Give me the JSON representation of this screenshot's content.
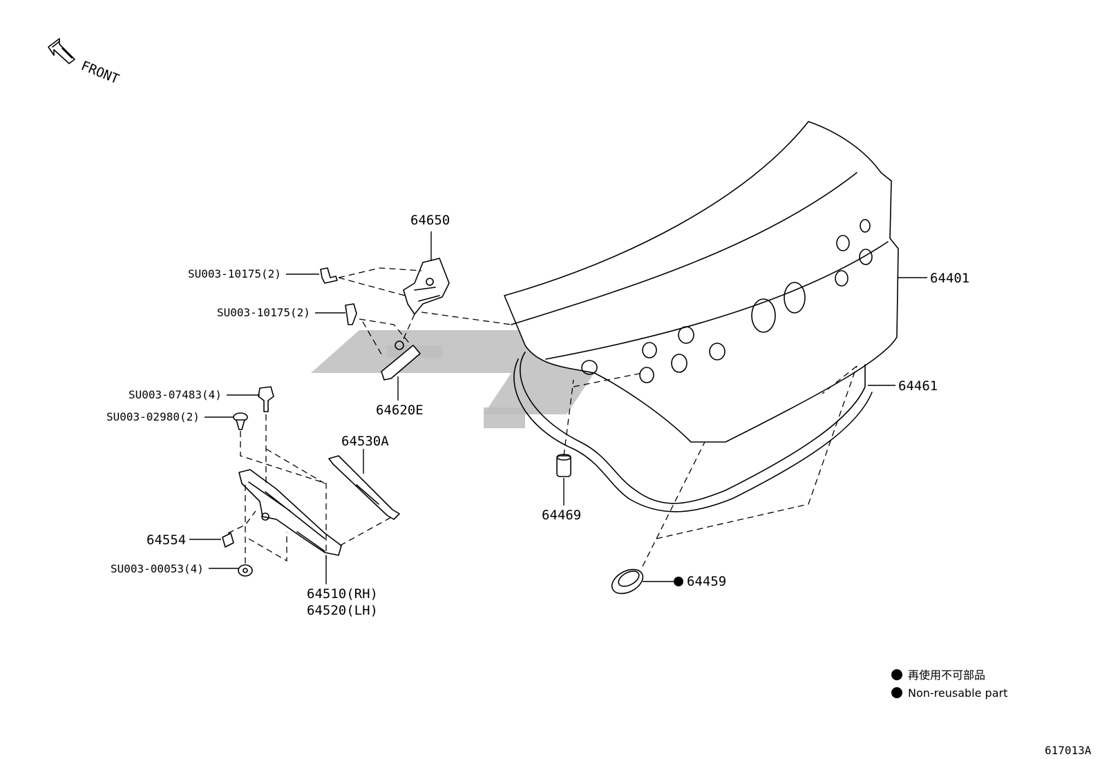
{
  "orientation": {
    "label": "FRONT"
  },
  "parts": {
    "trunk_lid": "64401",
    "weatherstrip": "64461",
    "lock_assembly": "64650",
    "striker_sub": "64620E",
    "damper": "64530A",
    "stopper": "64469",
    "plug": "64459",
    "cushion": "64554",
    "hinge_rh": "64510(RH)",
    "hinge_lh": "64520(LH)",
    "bolt_lock": "SU003-10175(2)",
    "bolt_striker": "SU003-10175(2)",
    "bolt_hinge": "SU003-07483(4)",
    "clip_hinge": "SU003-02980(2)",
    "nut_hinge": "SU003-00053(4)"
  },
  "legend": {
    "jp": "再使用不可部品",
    "en": "Non-reusable part"
  },
  "figure_code": "617013A"
}
